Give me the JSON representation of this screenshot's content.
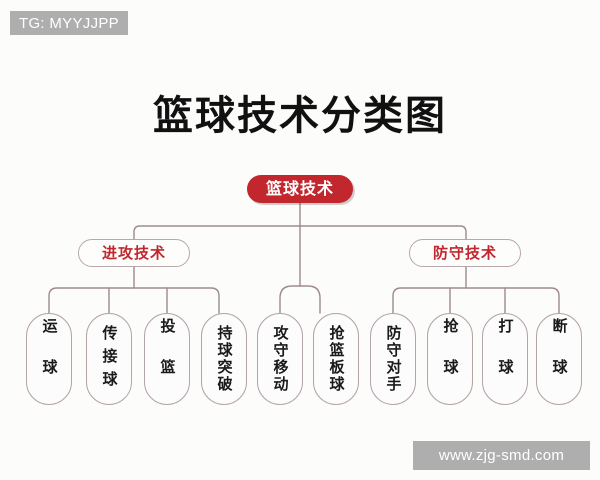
{
  "page": {
    "title": "篮球技术分类图",
    "background_color": "#fcfcfb",
    "accent_color": "#c1272d",
    "connector_color": "#9d8b8d"
  },
  "watermarks": {
    "top_left": "TG: MYYJJPP",
    "bottom_right": "www.zjg-smd.com"
  },
  "diagram": {
    "type": "tree",
    "root": {
      "label": "篮球技术",
      "style": "filled-red-pill"
    },
    "branches": [
      {
        "label": "进攻技术",
        "style": "outlined-red-pill"
      },
      {
        "label": "防守技术",
        "style": "outlined-red-pill"
      }
    ],
    "leaves": [
      {
        "label": "运球",
        "chars": 2,
        "group": "offense"
      },
      {
        "label": "传接球",
        "chars": 3,
        "group": "offense"
      },
      {
        "label": "投篮",
        "chars": 2,
        "group": "offense"
      },
      {
        "label": "持球突破",
        "chars": 4,
        "group": "offense"
      },
      {
        "label": "攻守移动",
        "chars": 4,
        "group": "root"
      },
      {
        "label": "抢篮板球",
        "chars": 4,
        "group": "root"
      },
      {
        "label": "防守对手",
        "chars": 4,
        "group": "defense"
      },
      {
        "label": "抢球",
        "chars": 2,
        "group": "defense"
      },
      {
        "label": "打球",
        "chars": 2,
        "group": "defense"
      },
      {
        "label": "断球",
        "chars": 2,
        "group": "defense"
      }
    ]
  }
}
